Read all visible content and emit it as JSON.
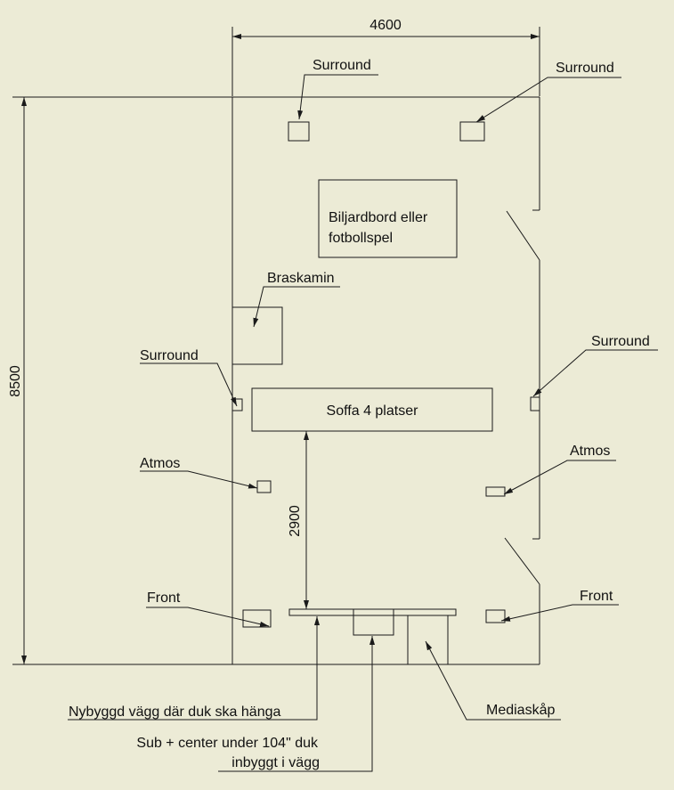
{
  "dimensions": {
    "width": "4600",
    "length": "8500",
    "sofa_distance": "2900"
  },
  "labels": {
    "surround_top_left": "Surround",
    "surround_top_right": "Surround",
    "surround_side_left": "Surround",
    "surround_side_right": "Surround",
    "braskamin": "Braskamin",
    "atmos_left": "Atmos",
    "atmos_right": "Atmos",
    "front_left": "Front",
    "front_right": "Front",
    "mediaskap": "Mediaskåp",
    "wall_note": "Nybyggd vägg där duk ska hänga",
    "sub_note_line1": "Sub + center under 104\" duk",
    "sub_note_line2": "inbyggt i vägg"
  },
  "furniture": {
    "billiard_line1": "Biljardbord eller",
    "billiard_line2": "fotbollspel",
    "sofa": "Soffa 4 platser"
  },
  "colors": {
    "background": "#ecebd6",
    "line": "#1a1a1a"
  }
}
